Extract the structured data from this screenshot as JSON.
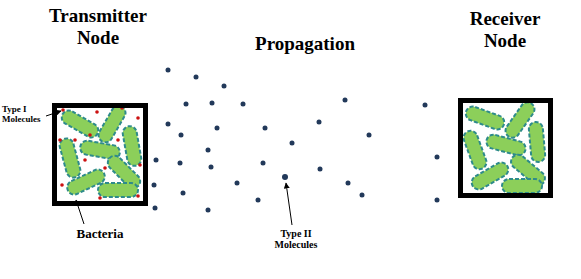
{
  "diagram": {
    "nodes": [
      {
        "text": [
          "Transmitter Node"
        ]
      },
      {
        "text": [
          "Receiver Node"
        ]
      }
    ],
    "labels": [
      "Propagation",
      "Type I Molecules",
      "Bacteria",
      "Type II Molecules"
    ]
  }
}
